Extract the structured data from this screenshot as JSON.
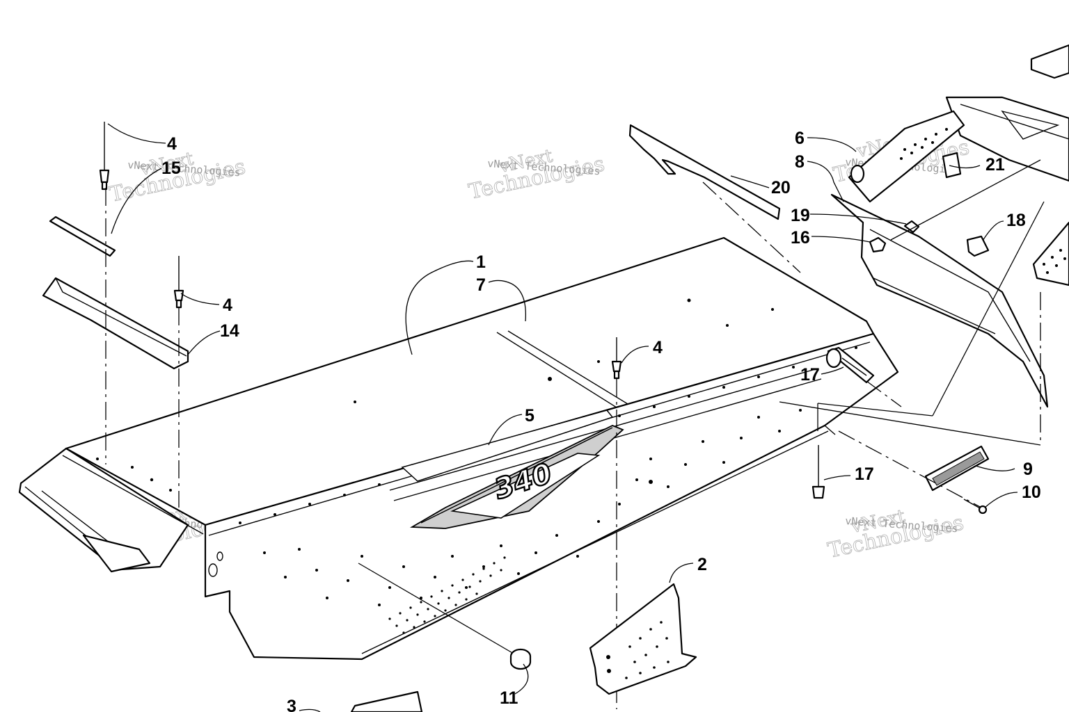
{
  "diagram": {
    "decal_text": "340",
    "watermark": {
      "line1": "vNext",
      "line2": "Technologies",
      "small": "vNext Technologies"
    },
    "callouts": [
      {
        "id": "c1",
        "label": "1"
      },
      {
        "id": "c2",
        "label": "2"
      },
      {
        "id": "c3",
        "label": "3"
      },
      {
        "id": "c4a",
        "label": "4"
      },
      {
        "id": "c4b",
        "label": "4"
      },
      {
        "id": "c4c",
        "label": "4"
      },
      {
        "id": "c5",
        "label": "5"
      },
      {
        "id": "c6",
        "label": "6"
      },
      {
        "id": "c7",
        "label": "7"
      },
      {
        "id": "c8",
        "label": "8"
      },
      {
        "id": "c9",
        "label": "9"
      },
      {
        "id": "c10",
        "label": "10"
      },
      {
        "id": "c11",
        "label": "11"
      },
      {
        "id": "c14",
        "label": "14"
      },
      {
        "id": "c15",
        "label": "15"
      },
      {
        "id": "c16",
        "label": "16"
      },
      {
        "id": "c17a",
        "label": "17"
      },
      {
        "id": "c17b",
        "label": "17"
      },
      {
        "id": "c18",
        "label": "18"
      },
      {
        "id": "c19",
        "label": "19"
      },
      {
        "id": "c20",
        "label": "20"
      },
      {
        "id": "c21",
        "label": "21"
      }
    ]
  }
}
